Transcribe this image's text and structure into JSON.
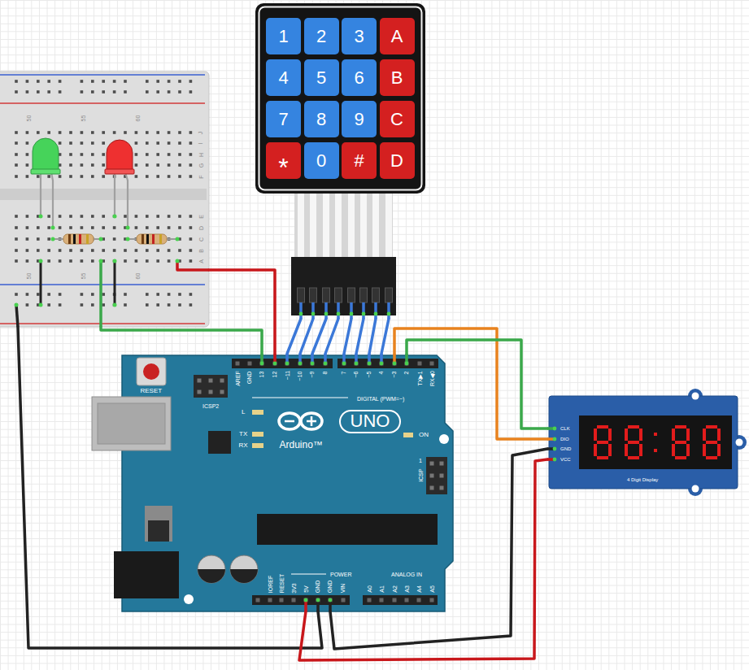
{
  "diagram": {
    "nodes": [
      {
        "text": []
      },
      {
        "text": [
          "1"
        ],
        "in": 0
      },
      {
        "text": [
          "2"
        ],
        "in": 0
      },
      {
        "text": [
          "3"
        ],
        "in": 0
      },
      {
        "text": [
          "A"
        ],
        "in": 0
      },
      {
        "text": [
          "4"
        ],
        "in": 0
      },
      {
        "text": [
          "5"
        ],
        "in": 0
      },
      {
        "text": [
          "6"
        ],
        "in": 0
      },
      {
        "text": [
          "B"
        ],
        "in": 0
      },
      {
        "text": [
          "7"
        ],
        "in": 0
      },
      {
        "text": [
          "8"
        ],
        "in": 0
      },
      {
        "text": [
          "9"
        ],
        "in": 0
      },
      {
        "text": [
          "C"
        ],
        "in": 0
      },
      {
        "text": [
          "*"
        ],
        "in": 0
      },
      {
        "text": [
          "0"
        ],
        "in": 0
      },
      {
        "text": [
          "#"
        ],
        "in": 0
      },
      {
        "text": [
          "D"
        ],
        "in": 0
      },
      {
        "text": [
          "50",
          "55",
          "60",
          "J",
          "I",
          "H",
          "G",
          "F",
          "E",
          "D",
          "C",
          "B",
          "A",
          "50",
          "55",
          "60"
        ]
      },
      {
        "text": [
          "RESET",
          "ICSP2",
          "AREF",
          "GND",
          "13",
          "12",
          "~11",
          "~10",
          "~9",
          "8",
          "7",
          "~6",
          "~5",
          "4",
          "~3",
          "2",
          "TX▶1",
          "RX◀0",
          "DIGITAL (PWM=~)",
          "L",
          "TX",
          "RX",
          "UNO",
          "Arduino™",
          "ON",
          "1",
          "ICSP",
          "IOREF",
          "RESET",
          "3V3",
          "5V",
          "GND",
          "GND",
          "VIN",
          "POWER",
          "ANALOG IN",
          "A0",
          "A1",
          "A2",
          "A3",
          "A4",
          "A5"
        ]
      },
      {
        "text": [
          "CLK",
          "DIO",
          "GND",
          "VCC",
          "4 Digit Display"
        ]
      }
    ],
    "edges": [
      {
        "from": 17,
        "to": 18,
        "arrow": "none"
      },
      {
        "from": 17,
        "to": 18,
        "arrow": "none"
      },
      {
        "from": 17,
        "to": 18,
        "arrow": "none"
      },
      {
        "from": 0,
        "to": 18,
        "arrow": "none"
      },
      {
        "from": 0,
        "to": 18,
        "arrow": "none"
      },
      {
        "from": 0,
        "to": 18,
        "arrow": "none"
      },
      {
        "from": 0,
        "to": 18,
        "arrow": "none"
      },
      {
        "from": 0,
        "to": 18,
        "arrow": "none"
      },
      {
        "from": 0,
        "to": 18,
        "arrow": "none"
      },
      {
        "from": 0,
        "to": 18,
        "arrow": "none"
      },
      {
        "from": 0,
        "to": 18,
        "arrow": "none"
      },
      {
        "from": 18,
        "to": 19,
        "arrow": "none"
      },
      {
        "from": 18,
        "to": 19,
        "arrow": "none"
      },
      {
        "from": 18,
        "to": 19,
        "arrow": "none"
      },
      {
        "from": 18,
        "to": 19,
        "arrow": "none"
      }
    ]
  }
}
